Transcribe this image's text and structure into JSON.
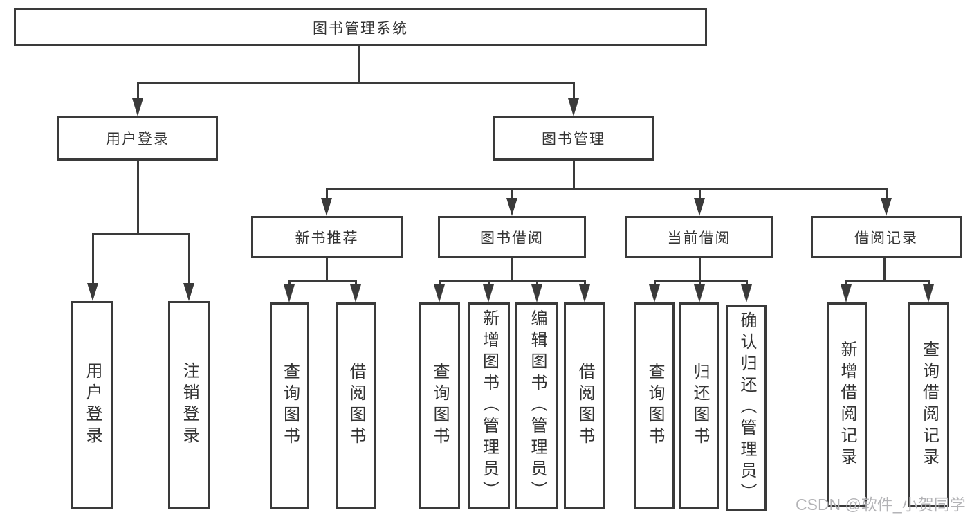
{
  "nodes": {
    "root": "图书管理系统",
    "user_login": "用户登录",
    "book_management": "图书管理",
    "new_book_recommend": "新书推荐",
    "book_borrow": "图书借阅",
    "current_borrow": "当前借阅",
    "borrow_records": "借阅记录",
    "login": "用户登录",
    "logout": "注销登录",
    "rec_query_book": "查询图书",
    "rec_borrow_book": "借阅图书",
    "bb_query_book": "查询图书",
    "bb_add_book": "新增图书（管理员）",
    "bb_edit_book": "编辑图书（管理员）",
    "bb_borrow_book": "借阅图书",
    "cb_query_book": "查询图书",
    "cb_return_book": "归还图书",
    "cb_confirm_return": "确认归还（管理员）",
    "br_add_record": "新增借阅记录",
    "br_query_record": "查询借阅记录"
  },
  "watermark": "CSDN @软件_小贺同学",
  "colors": {
    "line": "#3a3a3a",
    "text": "#333333",
    "watermark": "#b3b3b6",
    "background": "#ffffff"
  }
}
